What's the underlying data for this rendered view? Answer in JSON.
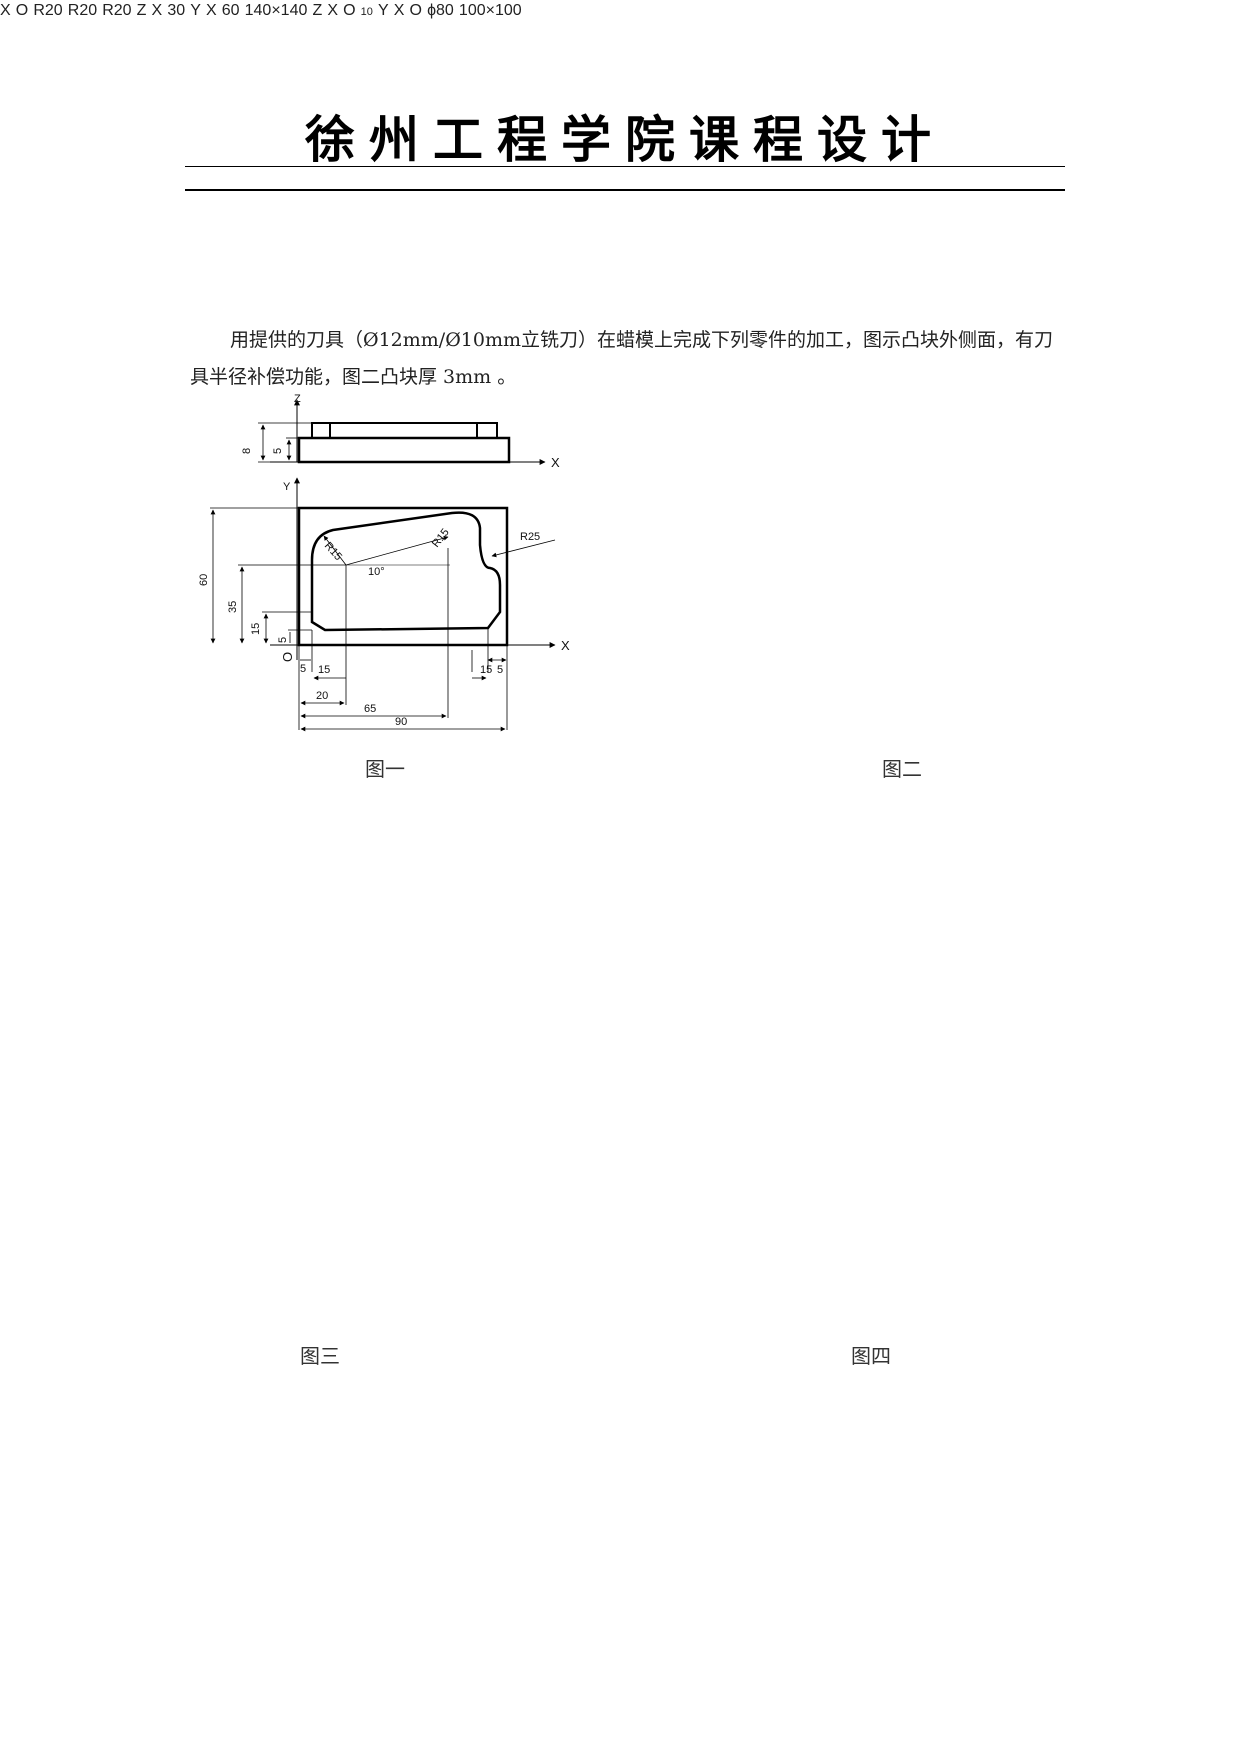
{
  "header": {
    "title": "徐州工程学院课程设计"
  },
  "intro": "用提供的刀具（Ø12mm/Ø10mm立铣刀）在蜡模上完成下列零件的加工，图示凸块外侧面，有刀具半径补偿功能，图二凸块厚 3mm 。",
  "figures": {
    "fig1": {
      "caption": "图一",
      "axis_labels": {
        "z": "Z",
        "x_top": "X",
        "y": "Y",
        "x": "X",
        "origin": "O"
      },
      "dims": [
        "8",
        "5",
        "60",
        "35",
        "15",
        "5",
        "5",
        "15",
        "20",
        "65",
        "90",
        "15",
        "5",
        "R15",
        "R15",
        "R25",
        "10°"
      ]
    },
    "fig2": {
      "caption": "图二",
      "labels": {
        "r1": "R20",
        "r2": "R20",
        "r3": "R20",
        "x": "X",
        "origin": "O"
      }
    },
    "fig3": {
      "caption": "图三",
      "labels": {
        "z": "Z",
        "x_top": "X",
        "depth": "30",
        "y": "Y",
        "dim60": "60",
        "x": "X",
        "size": "140×140"
      }
    },
    "fig4": {
      "caption": "图四",
      "labels": {
        "z": "Z",
        "x_top": "X",
        "height": "10",
        "y": "Y",
        "dia": "ϕ80",
        "x": "X",
        "origin_top": "O",
        "origin": "O",
        "size": "100×100"
      }
    }
  }
}
